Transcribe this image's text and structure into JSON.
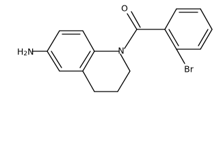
{
  "molecule": {
    "atoms": {
      "oxygen": "O",
      "nitrogen": "N",
      "bromine": "Br",
      "amine_n": "N",
      "amine_h": "H",
      "amine_subscript": "2"
    }
  }
}
